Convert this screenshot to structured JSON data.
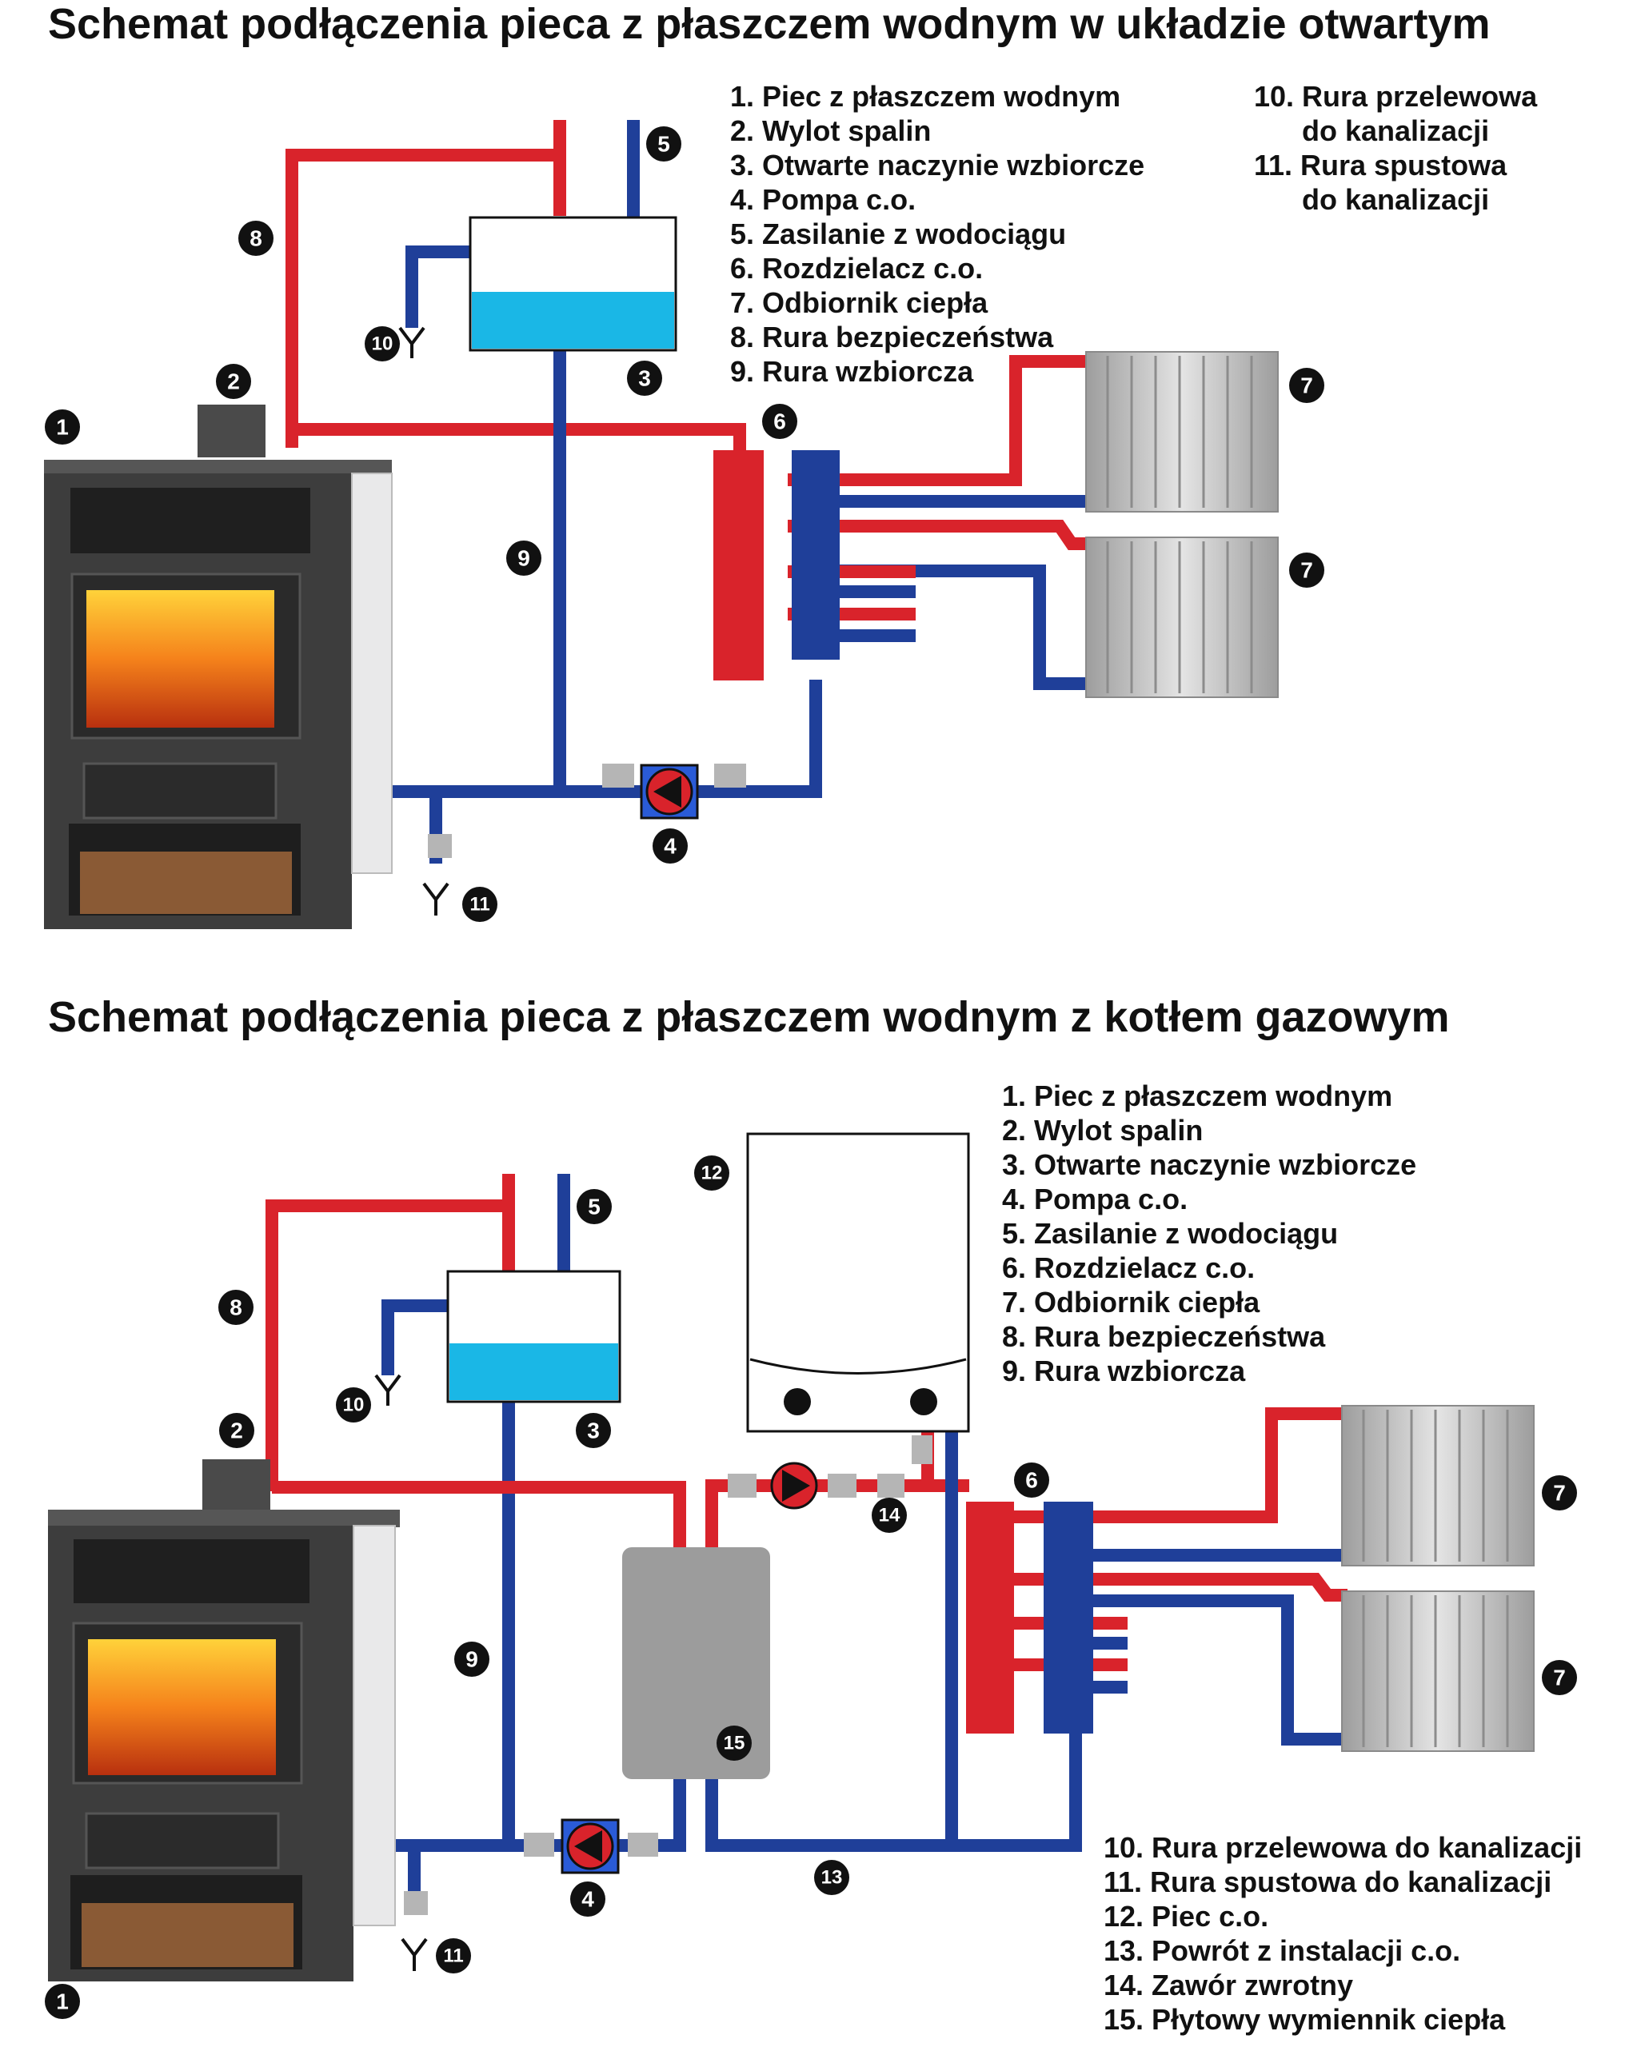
{
  "colors": {
    "hot": "#d9232b",
    "cold": "#1f3f99",
    "water": "#1ab7e6",
    "stove": "#3d3d3d",
    "fire": "#f08a1a",
    "radiator": "#b9b9b9",
    "exchanger": "#9c9c9c"
  },
  "top": {
    "title": "Schemat podłączenia pieca z płaszczem wodnym w układzie otwartym",
    "legend_a": [
      "1. Piec z płaszczem wodnym",
      "2. Wylot spalin",
      "3. Otwarte naczynie wzbiorcze",
      "4. Pompa c.o.",
      "5. Zasilanie z wodociągu",
      "6. Rozdzielacz c.o.",
      "7. Odbiornik ciepła",
      "8. Rura bezpieczeństwa",
      "9. Rura wzbiorcza"
    ],
    "legend_b": [
      "10. Rura przelewowa",
      "do kanalizacji",
      "11. Rura spustowa",
      "do kanalizacji"
    ],
    "badges": [
      "1",
      "2",
      "3",
      "4",
      "5",
      "6",
      "7",
      "7",
      "8",
      "9",
      "10",
      "11"
    ]
  },
  "bottom": {
    "title": "Schemat podłączenia pieca z płaszczem wodnym z kotłem gazowym",
    "legend_a": [
      "1. Piec z płaszczem wodnym",
      "2. Wylot spalin",
      "3. Otwarte naczynie wzbiorcze",
      "4. Pompa c.o.",
      "5. Zasilanie z wodociągu",
      "6. Rozdzielacz c.o.",
      "7. Odbiornik ciepła",
      "8. Rura bezpieczeństwa",
      "9. Rura wzbiorcza"
    ],
    "legend_b": [
      "10. Rura przelewowa do kanalizacji",
      "11. Rura spustowa do kanalizacji",
      "12. Piec c.o.",
      "13. Powrót z instalacji c.o.",
      "14. Zawór zwrotny",
      "15. Płytowy wymiennik ciepła"
    ],
    "badges": [
      "1",
      "2",
      "3",
      "4",
      "5",
      "6",
      "7",
      "7",
      "8",
      "9",
      "10",
      "11",
      "12",
      "13",
      "14",
      "15"
    ]
  }
}
